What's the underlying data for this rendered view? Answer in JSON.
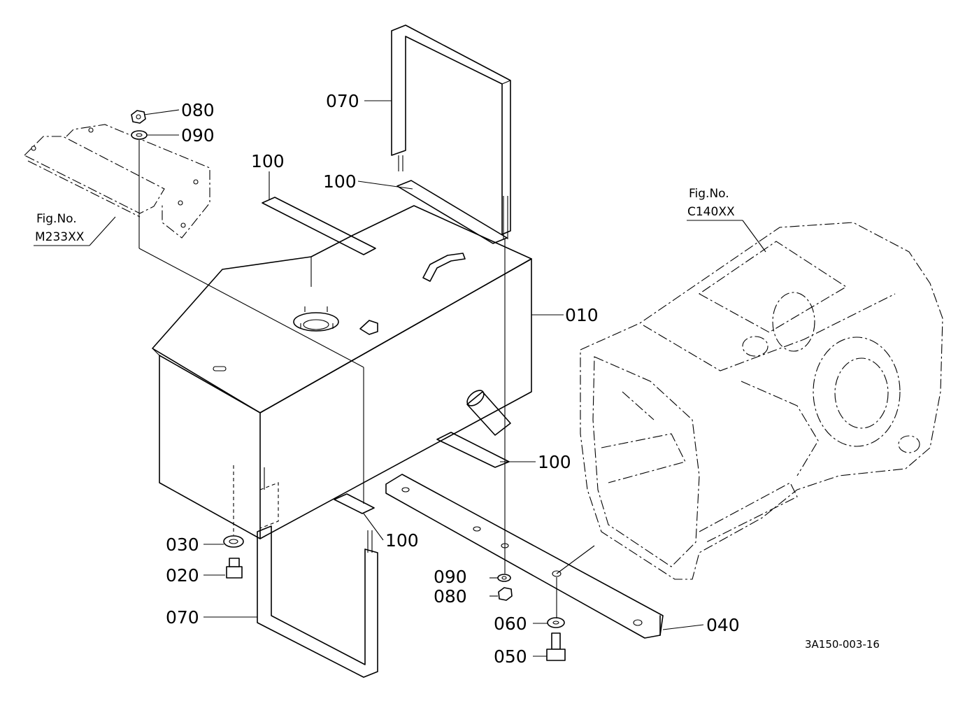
{
  "callouts": [
    {
      "id": "c080a",
      "text": "080"
    },
    {
      "id": "c090a",
      "text": "090"
    },
    {
      "id": "c070a",
      "text": "070"
    },
    {
      "id": "c100a",
      "text": "100"
    },
    {
      "id": "c100b",
      "text": "100"
    },
    {
      "id": "c010",
      "text": "010"
    },
    {
      "id": "c100c",
      "text": "100"
    },
    {
      "id": "c100d",
      "text": "100"
    },
    {
      "id": "c030",
      "text": "030"
    },
    {
      "id": "c020",
      "text": "020"
    },
    {
      "id": "c070b",
      "text": "070"
    },
    {
      "id": "c090b",
      "text": "090"
    },
    {
      "id": "c080b",
      "text": "080"
    },
    {
      "id": "c060",
      "text": "060"
    },
    {
      "id": "c050",
      "text": "050"
    },
    {
      "id": "c040",
      "text": "040"
    }
  ],
  "figure_refs": {
    "bracket": {
      "line1": "Fig.No.",
      "line2": "M233XX"
    },
    "transmission": {
      "line1": "Fig.No.",
      "line2": "C140XX"
    }
  },
  "drawing_id": "3A150-003-16"
}
